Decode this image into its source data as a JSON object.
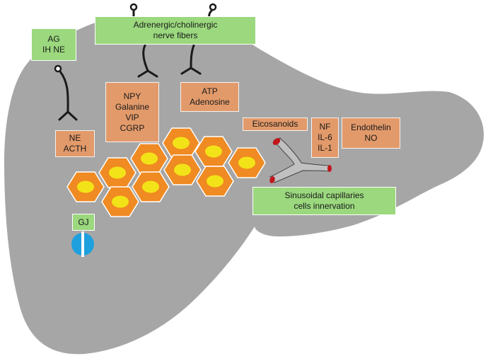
{
  "colors": {
    "liver": "#a6a6a6",
    "green_label": "#9bd87e",
    "orange_label": "#e39a6a",
    "hepatocyte": "#f08a22",
    "nucleus": "#f2e318",
    "vessel": "#c0c0c0",
    "vessel_opening": "#c0161b",
    "gap_junction": "#1ea0de"
  },
  "labels": {
    "nerve_fibers": "Adrenergic/cholinergic\nnerve fibers",
    "ag_ihne": "AG\nIH NE",
    "ne_acth": "NE\nACTH",
    "neuropeptides": "NPY\nGalanine\nVIP\nCGRP",
    "atp_adenosine": "ATP\nAdenosine",
    "eicosanoids": "Eicosanoids",
    "nf_il": "NF\nIL-6\nIL-1",
    "endothelin_no": "Endothelin\nNO",
    "sinusoidal": "Sinusoidal capillaries\ncells innervation",
    "gj": "GJ"
  }
}
